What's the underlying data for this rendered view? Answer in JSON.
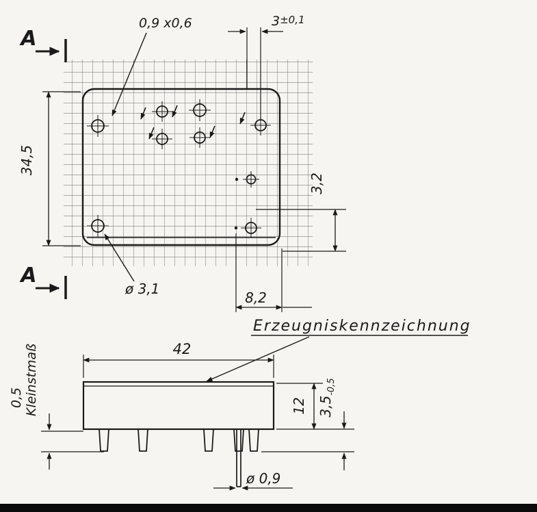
{
  "colors": {
    "ink": "#1a1a1a",
    "paper": "#f6f5f1",
    "grid_line": "#4a4a4a",
    "scan_bar": "#0b0b0b"
  },
  "top_view": {
    "section_label_top": "A",
    "section_label_bottom": "A",
    "slot_size": "0,9 x0,6",
    "pitch": {
      "value": "3",
      "tolerance": "±0,1"
    },
    "overall_height": "34,5",
    "hole_offset": "3,2",
    "hole_diameter": "ø 3,1",
    "hole_spacing": "8,2"
  },
  "side_view": {
    "product_marking": "Erzeugniskennzeichnung",
    "body_width": "42",
    "standoff": {
      "value": "0,5",
      "label": "Kleinstmaß"
    },
    "body_height": "12",
    "pin_length": {
      "value": "3,5",
      "tolerance": "-0,5"
    },
    "pin_diameter": "ø 0,9"
  }
}
